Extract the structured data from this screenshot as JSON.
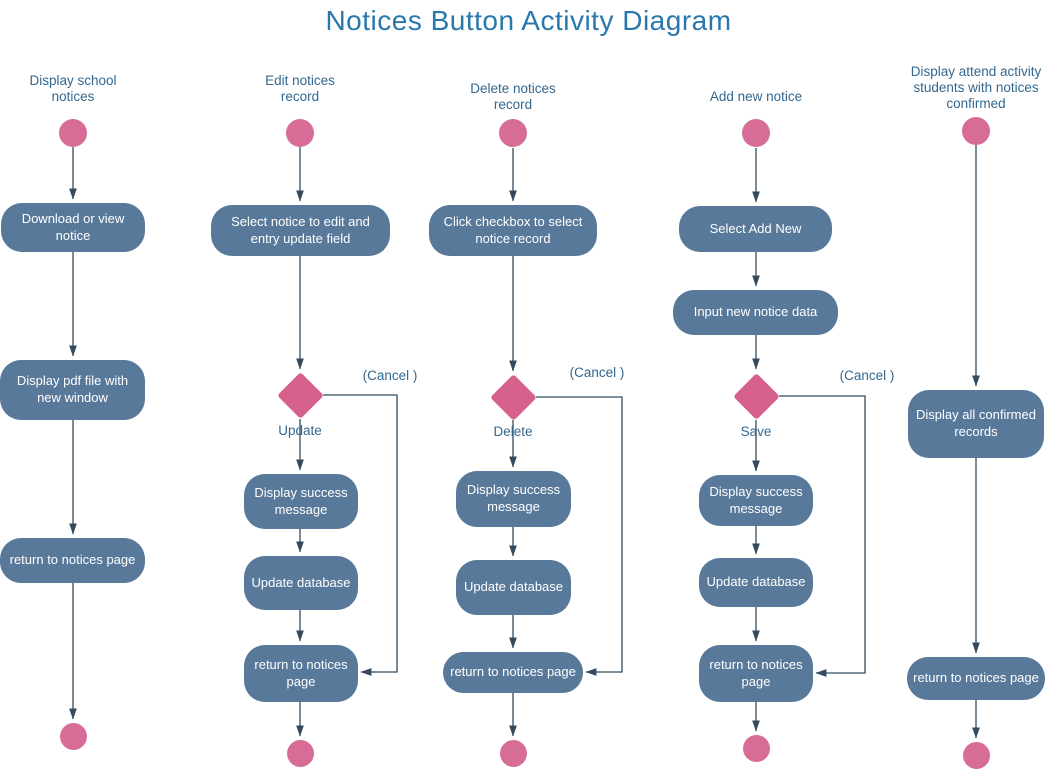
{
  "title": "Notices Button Activity Diagram",
  "colors": {
    "title": "#2878ad",
    "label": "#33688f",
    "node_fill": "#58799a",
    "node_text": "#ffffff",
    "terminal_fill": "#d76d97",
    "decision_fill": "#d7618d",
    "connector": "#334a5f"
  },
  "columns": [
    {
      "label": "Display school\nnotices",
      "nodes": {
        "b1": "Download or view\nnotice",
        "b2": "Display pdf file with\nnew window",
        "b3": "return to notices page"
      }
    },
    {
      "label": "Edit notices\nrecord",
      "decision": {
        "cancel": "(Cancel )",
        "action": "Update"
      },
      "nodes": {
        "b1": "Select notice to edit and\nentry update field",
        "b2": "Display success\nmessage",
        "b3": "Update database",
        "b4": "return to notices\npage"
      }
    },
    {
      "label": "Delete notices\nrecord",
      "decision": {
        "cancel": "(Cancel )",
        "action": "Delete"
      },
      "nodes": {
        "b1": "Click checkbox to select\nnotice record",
        "b2": "Display success\nmessage",
        "b3": "Update database",
        "b4": "return to notices page"
      }
    },
    {
      "label": "Add new notice",
      "decision": {
        "cancel": "(Cancel )",
        "action": "Save"
      },
      "nodes": {
        "b1": "Select Add New",
        "b2": "Input new notice data",
        "b3": "Display success\nmessage",
        "b4": "Update database",
        "b5": "return to notices\npage"
      }
    },
    {
      "label": "Display attend activity\nstudents with notices\nconfirmed",
      "nodes": {
        "b1": "Display all confirmed\nrecords",
        "b2": "return to notices page"
      }
    }
  ]
}
